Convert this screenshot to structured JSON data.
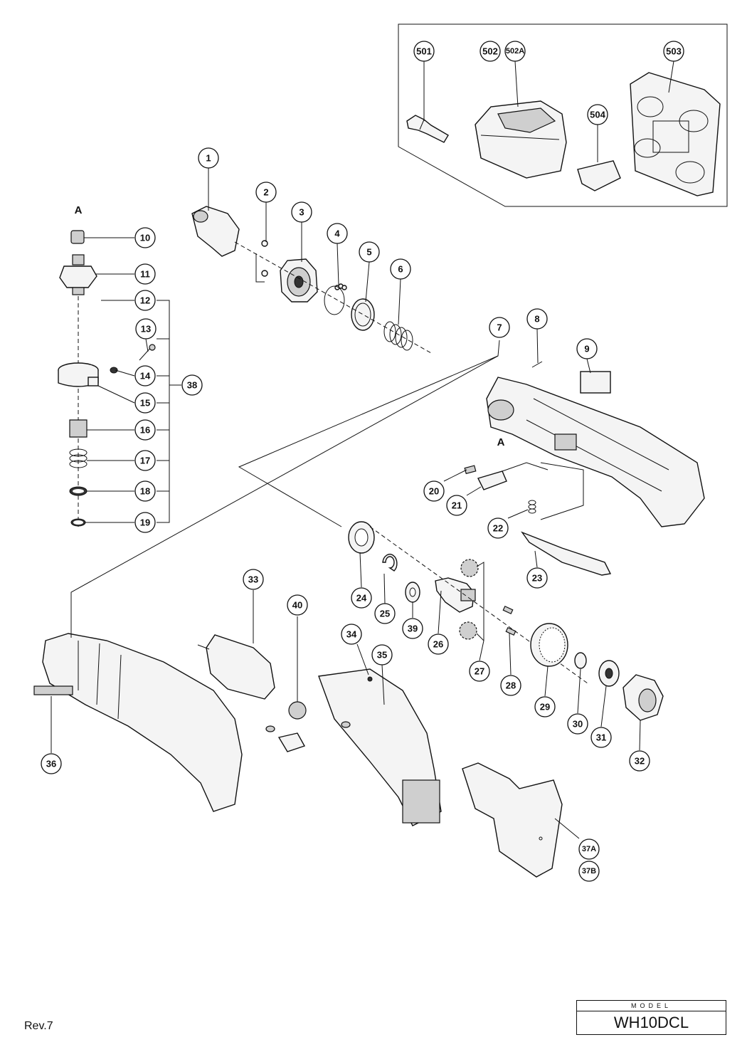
{
  "parts": [
    "1",
    "2",
    "3",
    "4",
    "5",
    "6",
    "7",
    "8",
    "9",
    "10",
    "11",
    "12",
    "13",
    "14",
    "15",
    "16",
    "17",
    "18",
    "19",
    "20",
    "21",
    "22",
    "23",
    "24",
    "25",
    "26",
    "27",
    "28",
    "29",
    "30",
    "31",
    "32",
    "33",
    "34",
    "35",
    "36",
    "37A",
    "37B",
    "38",
    "39",
    "40",
    "501",
    "502",
    "502A",
    "503",
    "504"
  ],
  "reference_marks": [
    "A",
    "A"
  ],
  "footer": {
    "revision": "Rev.7",
    "model_label": "MODEL",
    "model_name": "WH10DCL"
  }
}
